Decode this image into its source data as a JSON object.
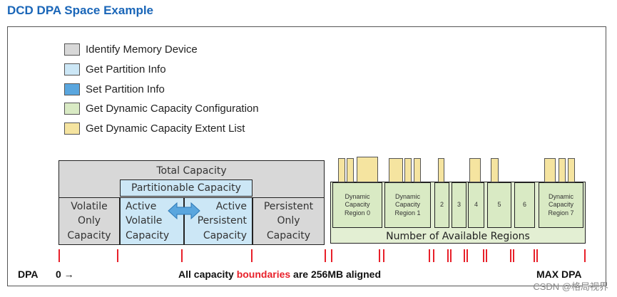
{
  "title": "DCD DPA Space Example",
  "legend": [
    {
      "label": "Identify Memory Device",
      "color": "#d8d8d8"
    },
    {
      "label": "Get Partition Info",
      "color": "#cce7f6"
    },
    {
      "label": "Set Partition Info",
      "color": "#5aa6de"
    },
    {
      "label": "Get Dynamic Capacity Configuration",
      "color": "#d9eac4"
    },
    {
      "label": "Get Dynamic Capacity Extent List",
      "color": "#f5e4a0"
    }
  ],
  "capacity": {
    "total": "Total Capacity",
    "partitionable": "Partitionable Capacity",
    "volatile_only": "Volatile\nOnly\nCapacity",
    "active_volatile": "Active\nVolatile\nCapacity",
    "active_persistent": "Active\nPersistent\nCapacity",
    "persistent_only": "Persistent\nOnly\nCapacity"
  },
  "regions": {
    "r0": "Dynamic\nCapacity\nRegion 0",
    "r1": "Dynamic\nCapacity\nRegion 1",
    "r2": "2",
    "r3": "3",
    "r4": "4",
    "r5": "5",
    "r6": "6",
    "r7": "Dynamic\nCapacity\nRegion 7",
    "available": "Number of Available Regions"
  },
  "bottom": {
    "dpa": "DPA",
    "zero": "0 →",
    "aligned_pre": "All capacity ",
    "aligned_red": "boundaries",
    "aligned_post": " are 256MB aligned",
    "max": "MAX DPA"
  },
  "watermark": "CSDN @格局视界"
}
